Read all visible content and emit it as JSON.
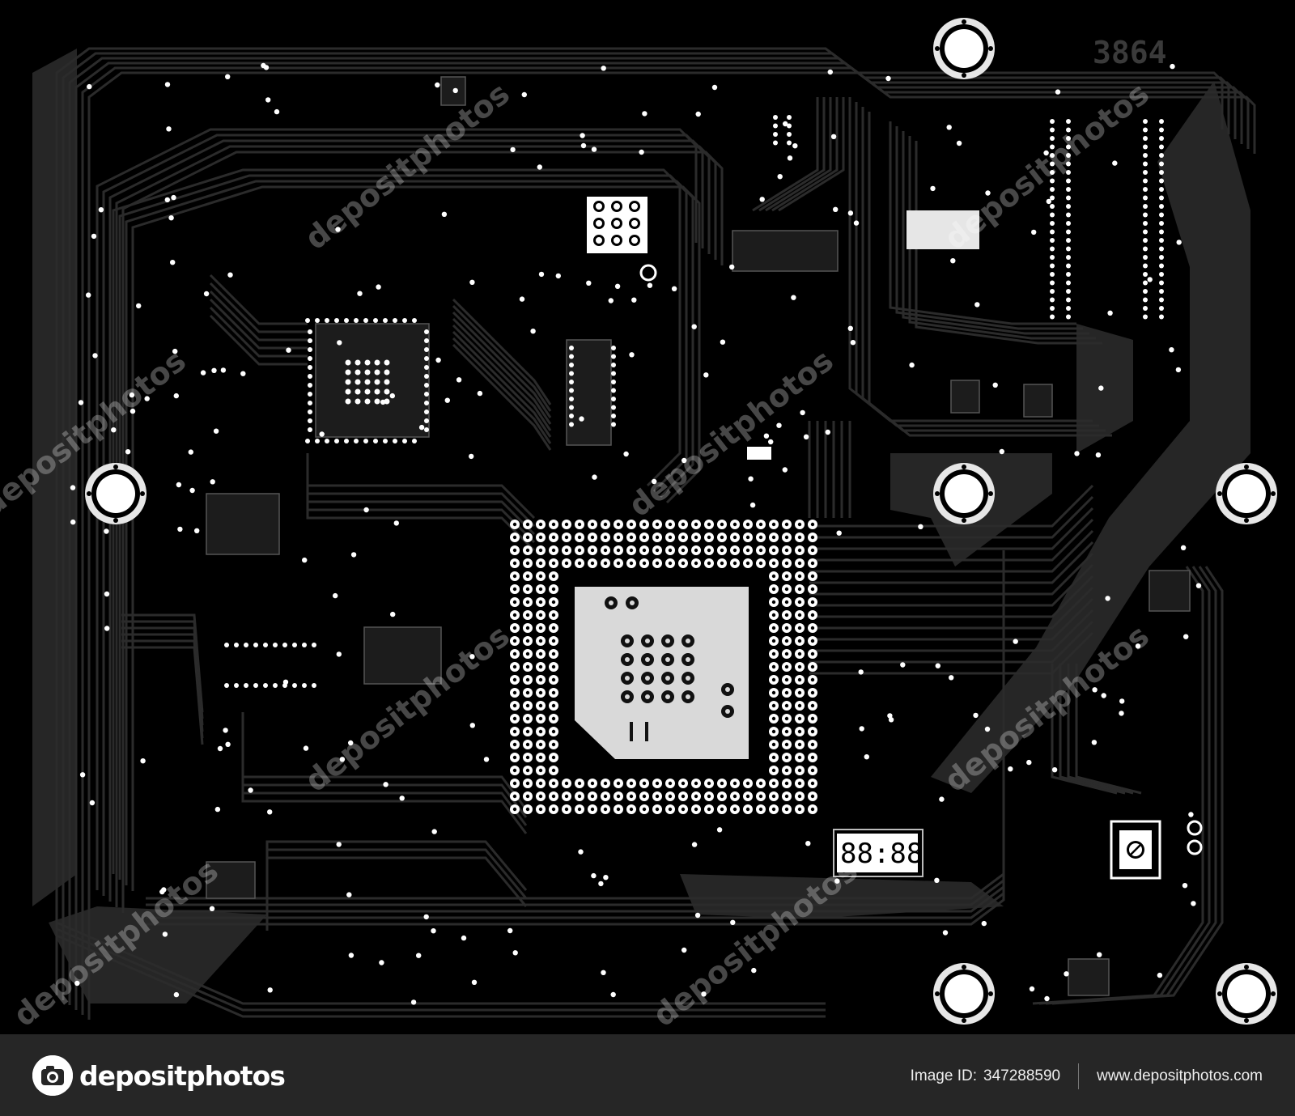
{
  "board": {
    "silkscreen_code": "3864",
    "seven_segment_display": "88:88",
    "watermark_text": "depositphotos",
    "colors": {
      "background": "#000000",
      "traces": "#2b2b2b",
      "pads": "#ffffff",
      "chip": "#d9d9d9"
    }
  },
  "footer": {
    "brand": "depositphotos",
    "image_id_label": "Image ID:",
    "image_id": "347288590",
    "site": "www.depositphotos.com",
    "icon": "camera-icon"
  }
}
